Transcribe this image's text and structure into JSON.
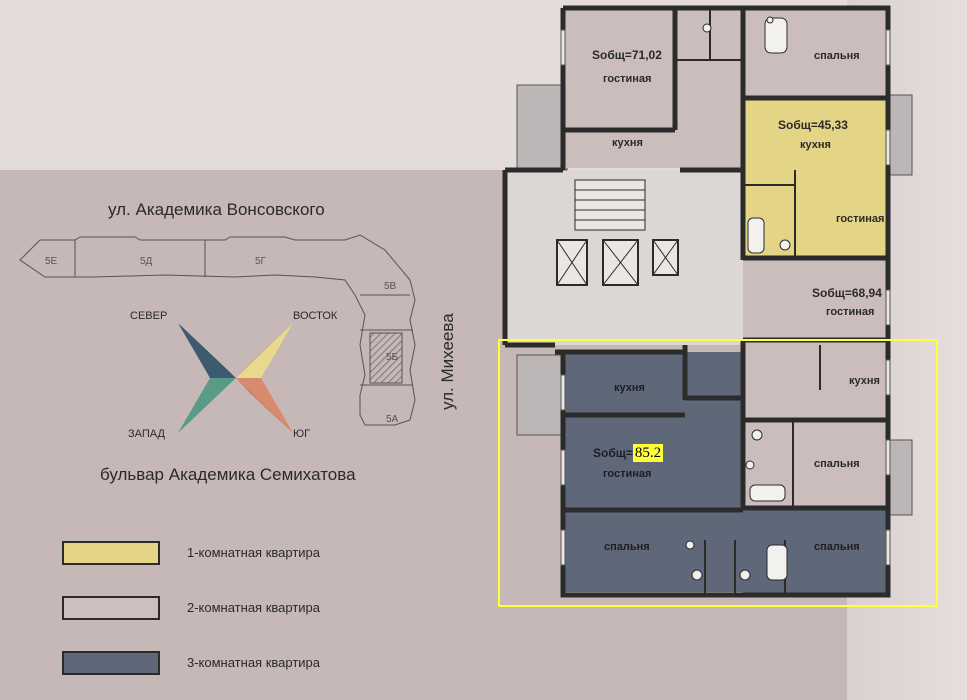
{
  "streets": {
    "north": "ул. Академика Вонсовского",
    "south": "бульвар Академика Семихатова",
    "east": "ул. Михеева"
  },
  "compass": {
    "north": "СЕВЕР",
    "east": "ВОСТОК",
    "west": "ЗАПАД",
    "south": "ЮГ"
  },
  "sections": [
    "5Е",
    "5Д",
    "5Г",
    "5В",
    "5Б",
    "5А"
  ],
  "legend": [
    {
      "label": "1-комнатная квартира",
      "color": "#e4d486"
    },
    {
      "label": "2-комнатная квартира",
      "color": "#cdbfbe"
    },
    {
      "label": "3-комнатная квартира",
      "color": "#5f6878"
    }
  ],
  "apartments": {
    "top_left": {
      "area": "Sобщ=71,02",
      "living": "гостиная",
      "kitchen": "кухня"
    },
    "top_right": {
      "bedroom": "спальня"
    },
    "one_room": {
      "area": "Sобщ=45,33",
      "kitchen": "кухня",
      "living": "гостиная"
    },
    "two_room": {
      "area": "Sобщ=68,94",
      "living": "гостиная",
      "kitchen": "кухня",
      "bedroom": "спальня"
    },
    "three_room": {
      "area_prefix": "Sобщ=",
      "area_value": "85.2",
      "kitchen": "кухня",
      "living": "гостиная",
      "bedroom1": "спальня",
      "bedroom2": "спальня"
    }
  },
  "colors": {
    "highlight": "#ffff3a",
    "one_room": "#e4d486",
    "two_room": "#cdbfbe",
    "three_room": "#5f6878",
    "wall": "#2b2b2b"
  }
}
